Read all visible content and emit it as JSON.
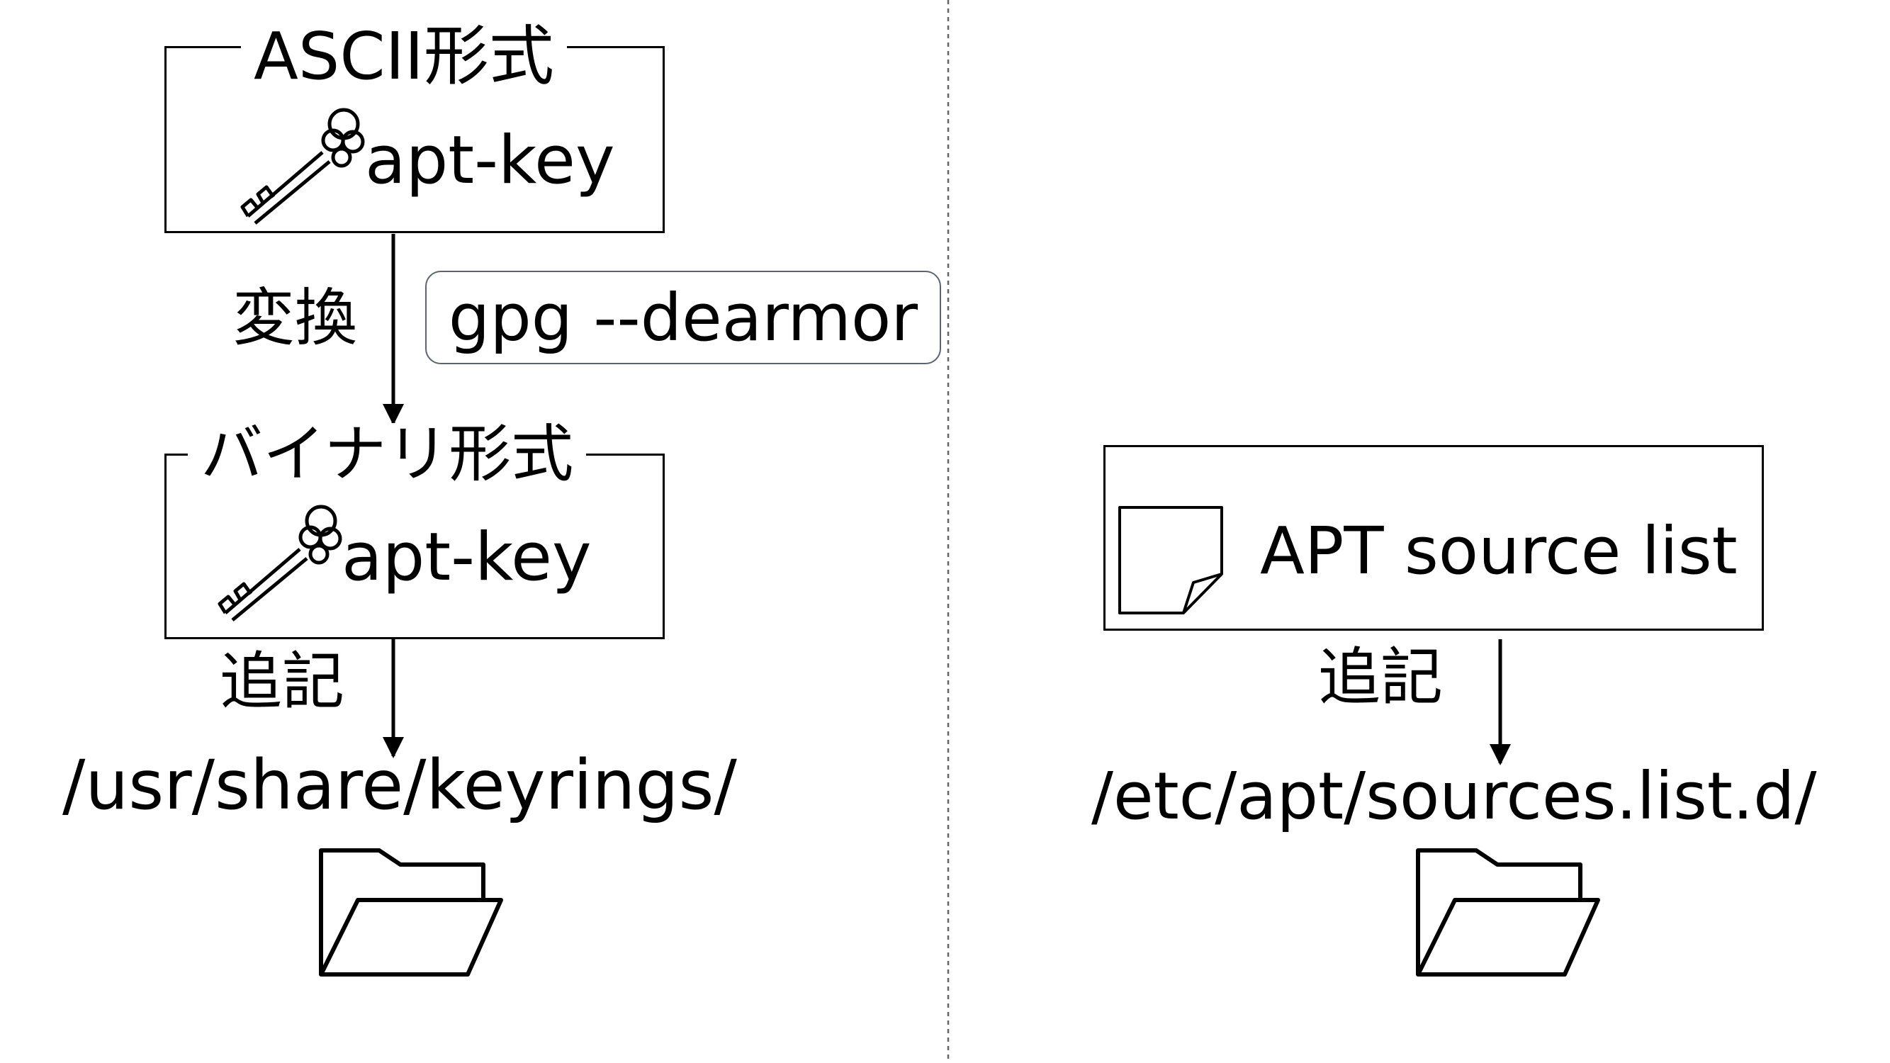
{
  "left": {
    "ascii_box": {
      "title": "ASCII形式",
      "key_label": "apt-key",
      "icon": "key-icon"
    },
    "convert_label": "変換",
    "command": "gpg --dearmor",
    "binary_box": {
      "title": "バイナリ形式",
      "key_label": "apt-key",
      "icon": "key-icon"
    },
    "append_label": "追記",
    "path": "/usr/share/keyrings/",
    "folder_icon": "folder-open-icon"
  },
  "right": {
    "source_box": {
      "label": "APT source list",
      "icon": "document-icon"
    },
    "append_label": "追記",
    "path": "/etc/apt/sources.list.d/",
    "folder_icon": "folder-open-icon"
  }
}
